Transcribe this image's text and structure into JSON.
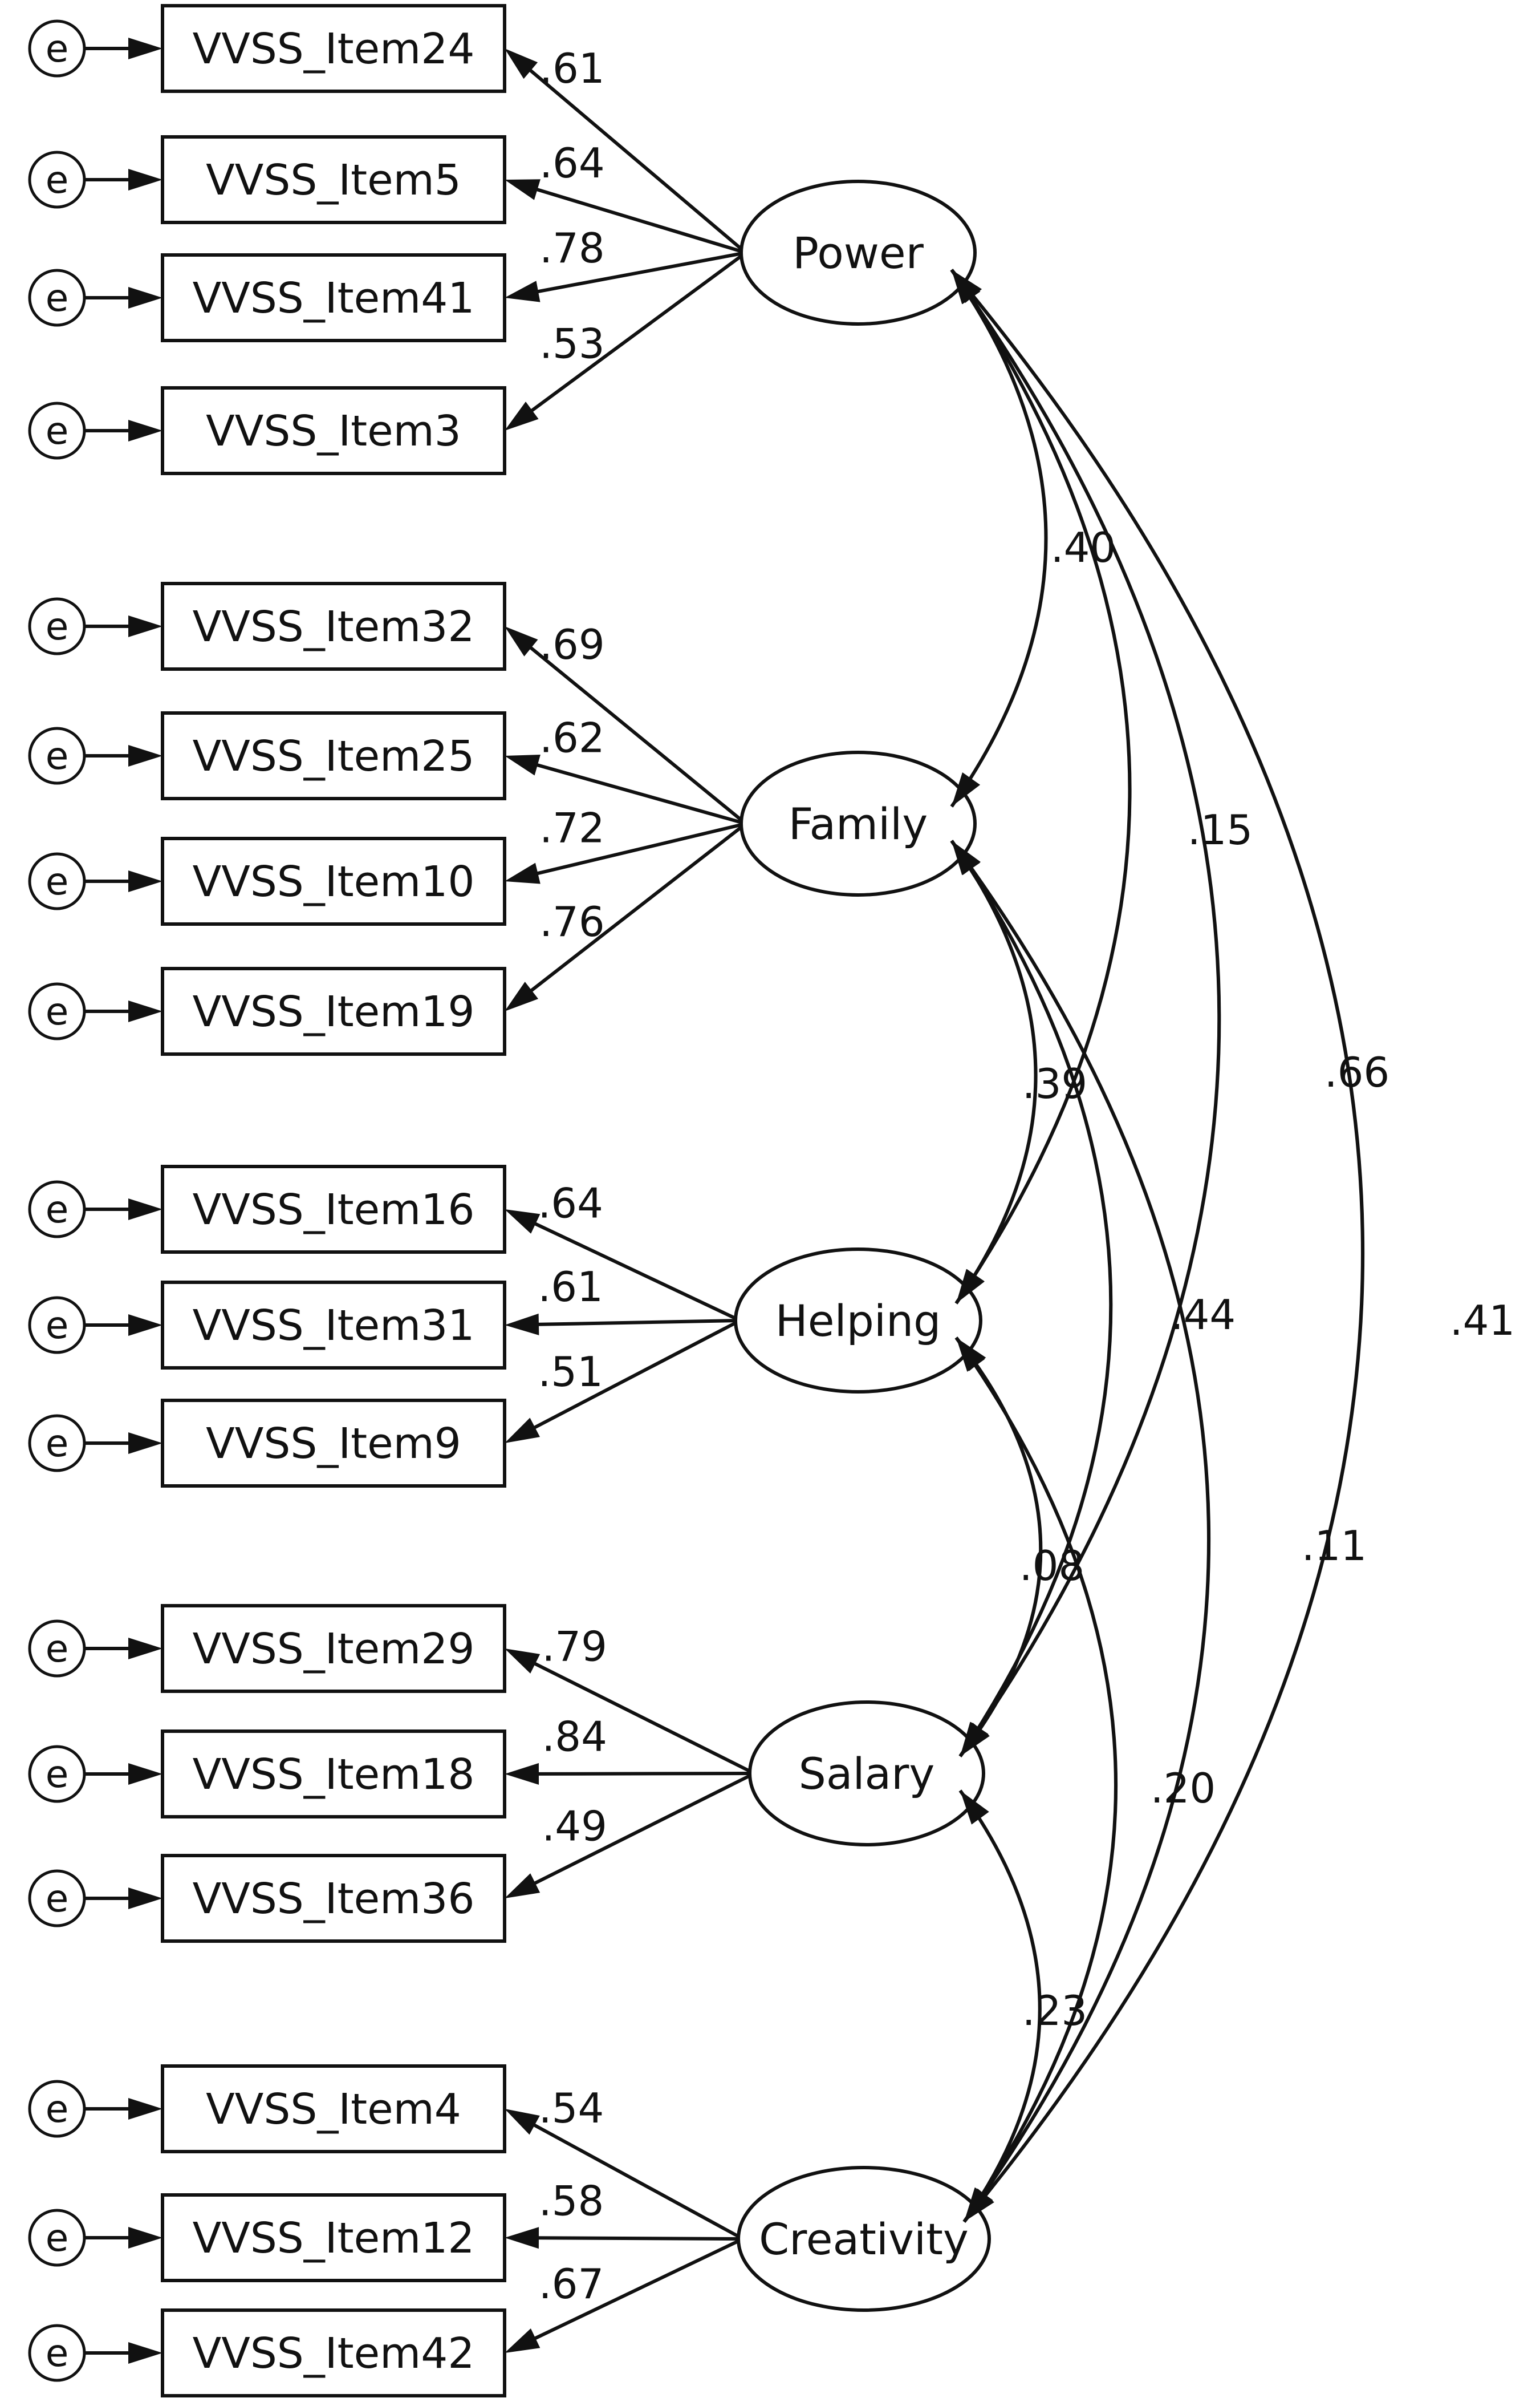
{
  "error_label": "e",
  "factors": [
    {
      "name": "Power",
      "items": [
        {
          "label": "VVSS_Item24",
          "loading": ".61"
        },
        {
          "label": "VVSS_Item5",
          "loading": ".64"
        },
        {
          "label": "VVSS_Item41",
          "loading": ".78"
        },
        {
          "label": "VVSS_Item3",
          "loading": ".53"
        }
      ]
    },
    {
      "name": "Family",
      "items": [
        {
          "label": "VVSS_Item32",
          "loading": ".69"
        },
        {
          "label": "VVSS_Item25",
          "loading": ".62"
        },
        {
          "label": "VVSS_Item10",
          "loading": ".72"
        },
        {
          "label": "VVSS_Item19",
          "loading": ".76"
        }
      ]
    },
    {
      "name": "Helping",
      "items": [
        {
          "label": "VVSS_Item16",
          "loading": ".64"
        },
        {
          "label": "VVSS_Item31",
          "loading": ".61"
        },
        {
          "label": "VVSS_Item9",
          "loading": ".51"
        }
      ]
    },
    {
      "name": "Salary",
      "items": [
        {
          "label": "VVSS_Item29",
          "loading": ".79"
        },
        {
          "label": "VVSS_Item18",
          "loading": ".84"
        },
        {
          "label": "VVSS_Item36",
          "loading": ".49"
        }
      ]
    },
    {
      "name": "Creativity",
      "items": [
        {
          "label": "VVSS_Item4",
          "loading": ".54"
        },
        {
          "label": "VVSS_Item12",
          "loading": ".58"
        },
        {
          "label": "VVSS_Item42",
          "loading": ".67"
        }
      ]
    }
  ],
  "correlations": [
    {
      "from": "Power",
      "to": "Family",
      "value": ".40"
    },
    {
      "from": "Power",
      "to": "Helping",
      "value": ".15"
    },
    {
      "from": "Power",
      "to": "Salary",
      "value": ".66"
    },
    {
      "from": "Power",
      "to": "Creativity",
      "value": ".41"
    },
    {
      "from": "Family",
      "to": "Helping",
      "value": ".39"
    },
    {
      "from": "Family",
      "to": "Salary",
      "value": ".44"
    },
    {
      "from": "Family",
      "to": "Creativity",
      "value": ".11"
    },
    {
      "from": "Helping",
      "to": "Salary",
      "value": ".08"
    },
    {
      "from": "Helping",
      "to": "Creativity",
      "value": ".20"
    },
    {
      "from": "Salary",
      "to": "Creativity",
      "value": ".23"
    }
  ]
}
